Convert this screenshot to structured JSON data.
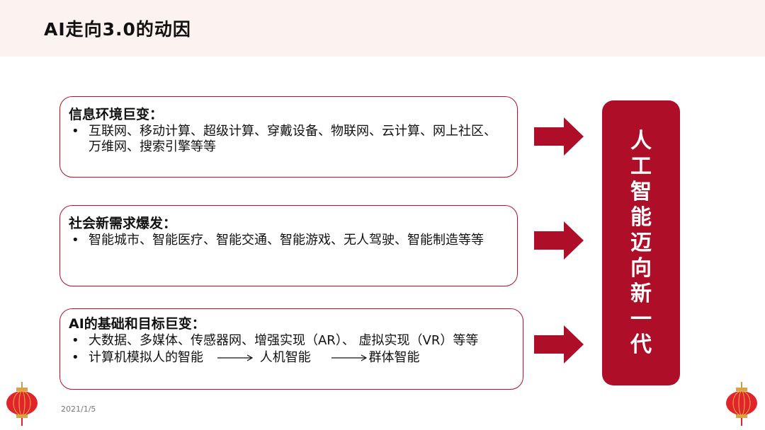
{
  "header": {
    "title": "AI走向3.0的动因"
  },
  "boxes": [
    {
      "title": "信息环境巨变：",
      "bullets": [
        "互联网、移动计算、超级计算、穿戴设备、物联网、云计算、网上社区、万维网、搜索引擎等等"
      ]
    },
    {
      "title": "社会新需求爆发：",
      "bullets": [
        "智能城市、智能医疗、智能交通、智能游戏、无人驾驶、智能制造等等"
      ]
    },
    {
      "title": "AI的基础和目标巨变：",
      "bullets": [
        "大数据、多媒体、传感器网、增强实现（AR）、 虚拟实现（VR）等等"
      ],
      "flow": {
        "step1": "计算机模拟人的智能",
        "step2": "人机智能",
        "step3": "群体智能"
      }
    }
  ],
  "bullet_symbol": "•",
  "result_box": {
    "text": "人工智能迈向新一代"
  },
  "footer": {
    "date": "2021/1/5"
  },
  "colors": {
    "accent": "#ae0e28",
    "header_bg": "#fcf3f1"
  },
  "icons": {
    "arrow": "right-arrow-icon",
    "lantern": "lantern-icon"
  }
}
